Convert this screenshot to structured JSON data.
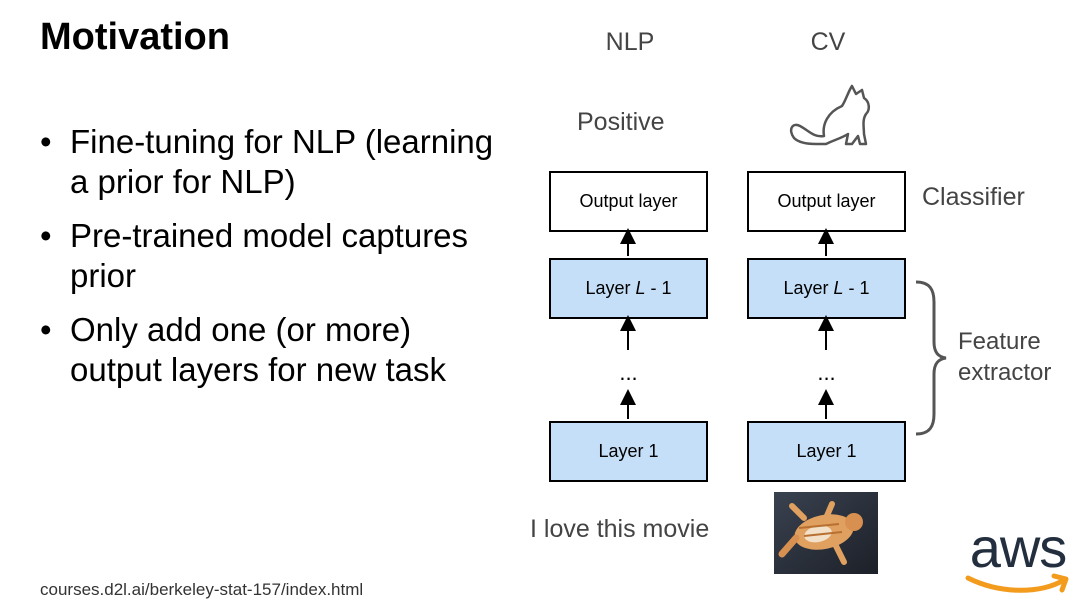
{
  "slide": {
    "title": "Motivation",
    "bullets": [
      "Fine-tuning for NLP (learning a prior for NLP)",
      "Pre-trained model captures prior",
      "Only add one (or more) output layers for new task"
    ],
    "footer": "courses.d2l.ai/berkeley-stat-157/index.html"
  },
  "diagram": {
    "nlp": {
      "header": "NLP",
      "output": "Positive",
      "output_layer": "Output layer",
      "layer_top_prefix": "Layer ",
      "layer_top_var": "L",
      "layer_top_suffix": " - 1",
      "ellipsis": "...",
      "layer_bottom": "Layer 1",
      "input": "I love this movie"
    },
    "cv": {
      "header": "CV",
      "output_icon": "cat-icon",
      "output_layer": "Output layer",
      "layer_top_prefix": "Layer ",
      "layer_top_var": "L",
      "layer_top_suffix": " - 1",
      "ellipsis": "...",
      "layer_bottom": "Layer 1",
      "input_image": "cat-photo"
    },
    "classifier_label": "Classifier",
    "feature_extractor_line1": "Feature",
    "feature_extractor_line2": "extractor",
    "colors": {
      "layer_fill": "#c5dff8",
      "aws_orange": "#f29b1d",
      "aws_text": "#232f3e"
    }
  },
  "logo": {
    "text": "aws"
  }
}
